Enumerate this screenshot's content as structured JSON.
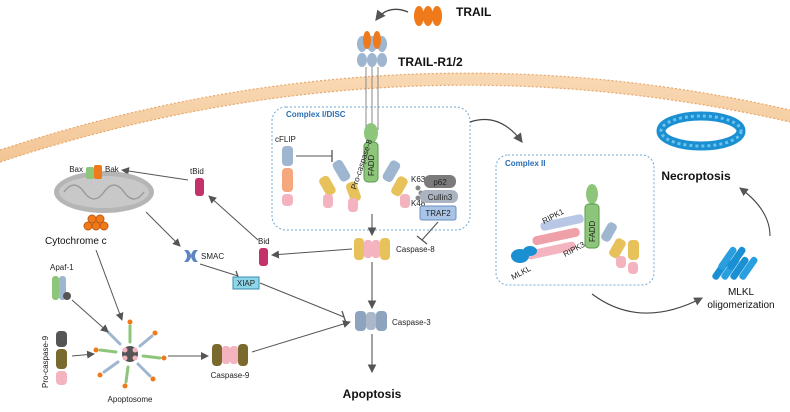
{
  "labels": {
    "trail": "TRAIL",
    "trail_receptor": "TRAIL-R1/2",
    "complex_i": "Complex I/DISC",
    "complex_ii": "Complex II",
    "cflip": "cFLIP",
    "pro_caspase_8": "Pro-caspase-8",
    "fadd": "FADD",
    "fadd2": "FADD",
    "k63": "K63",
    "k48": "K48",
    "p62": "p62",
    "cullin3": "Cullin3",
    "traf2": "TRAF2",
    "caspase_8": "Caspase-8",
    "caspase_3": "Caspase-3",
    "caspase_9": "Caspase-9",
    "tbid": "tBid",
    "bid": "Bid",
    "bax": "Bax",
    "bak": "Bak",
    "cytochrome_c": "Cytochrome c",
    "smac": "SMAC",
    "xiap": "XIAP",
    "apaf1": "Apaf-1",
    "pro_caspase_9": "Pro-caspase-9",
    "apoptosome": "Apoptosome",
    "apoptosis": "Apoptosis",
    "ripk1": "RIPK1",
    "ripk3": "RIPK3",
    "mlkl": "MLKL",
    "mlkl_oligo_1": "MLKL",
    "mlkl_oligo_2": "oligomerization",
    "necroptosis": "Necroptosis"
  },
  "colors": {
    "membrane": "#f5c99a",
    "trail": "#f07a1a",
    "receptor": "#9fb6d1",
    "fadd": "#8dc67a",
    "caspase_yellow": "#e7c15a",
    "caspase_pink": "#f3b3bf",
    "box_border": "#6fa8d6",
    "box_title": "#2a6fb5",
    "xiap": "#8ed6ea",
    "mito": "#b5b5b5",
    "caspase3": "#8ea3bd",
    "mlkl": "#1a8fd1",
    "arrow": "#555555"
  }
}
